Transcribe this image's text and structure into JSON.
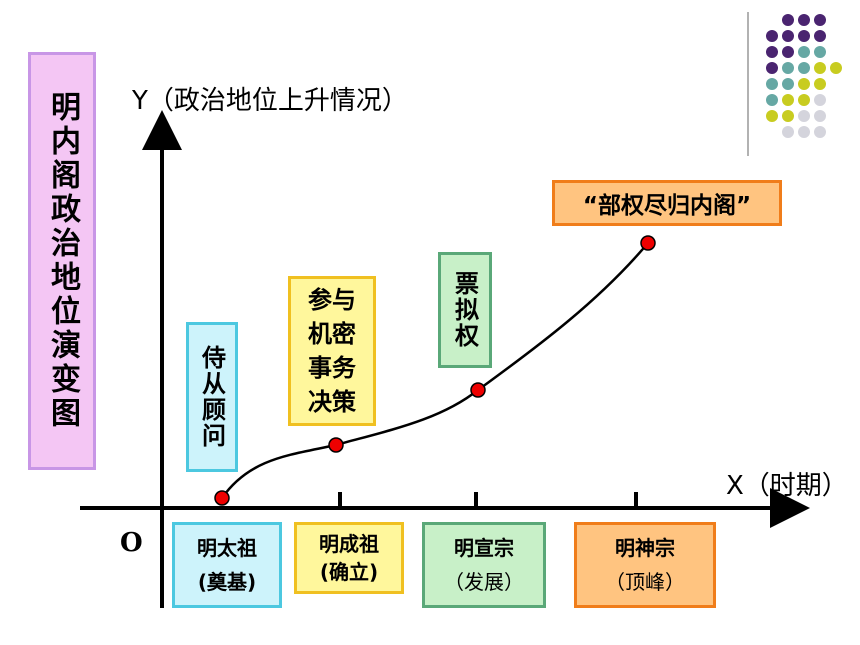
{
  "title": "明内阁政治地位演变图",
  "y_axis_label": "Y（政治地位上升情况）",
  "x_axis_label": "X（时期）",
  "origin_label": "O",
  "stages": [
    {
      "text": "侍从顾问"
    },
    {
      "text": "参与机密事务决策",
      "lines": [
        "参与",
        "机密",
        "事务",
        "决策"
      ]
    },
    {
      "text": "票拟权"
    },
    {
      "text": "“部权尽归内阁”"
    }
  ],
  "periods": [
    {
      "name": "明太祖",
      "note": "(奠基)"
    },
    {
      "name": "明成祖",
      "note": "(确立)"
    },
    {
      "name": "明宣宗",
      "note": "（发展）"
    },
    {
      "name": "明神宗",
      "note": "（顶峰）"
    }
  ],
  "colors": {
    "title_bg": "#f4c6f4",
    "title_border": "#c896e6",
    "stage1_bg": "#cdf3fb",
    "stage1_border": "#4cc8e0",
    "stage2_bg": "#fff79c",
    "stage2_border": "#f0c020",
    "stage3_bg": "#c8f0c8",
    "stage3_border": "#5aa878",
    "stage4_bg": "#ffc480",
    "stage4_border": "#f07d1a",
    "curve_point": "#ee0000",
    "dot_purple": "#4a2470",
    "dot_teal": "#66a8a4",
    "dot_lime": "#c8cc20",
    "dot_grey": "#d4d4dc"
  }
}
